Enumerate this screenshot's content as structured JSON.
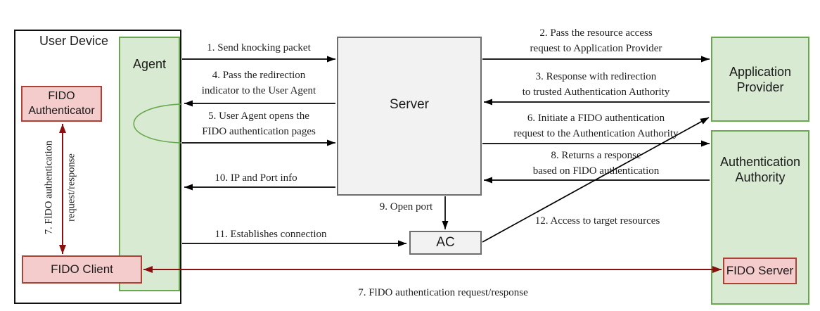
{
  "colors": {
    "green_fill": "#d9ead3",
    "green_border": "#6aa84f",
    "pink_fill": "#f4cccc",
    "pink_border": "#aa4335",
    "gray_fill": "#f2f2f2",
    "gray_border": "#666666",
    "black_arrow": "#000000",
    "dark_red_arrow": "#8a0f0f"
  },
  "boxes": {
    "user_device": "User Device",
    "agent": "Agent",
    "fido_authenticator_line1": "FIDO",
    "fido_authenticator_line2": "Authenticator",
    "fido_client": "FIDO Client",
    "server": "Server",
    "ac": "AC",
    "application_provider_line1": "Application",
    "application_provider_line2": "Provider",
    "authentication_authority_line1": "Authentication",
    "authentication_authority_line2": "Authority",
    "fido_server": "FIDO Server"
  },
  "arrows": {
    "a1": "1. Send knocking packet",
    "a2_line1": "2. Pass the resource access",
    "a2_line2": "request to Application Provider",
    "a3_line1": "3. Response  with redirection",
    "a3_line2": "to trusted Authentication Authority",
    "a4_line1": "4. Pass the redirection",
    "a4_line2": "indicator to the User Agent",
    "a5_line1": "5. User Agent opens the",
    "a5_line2": "FIDO authentication pages",
    "a6_line1": "6. Initiate a FIDO authentication",
    "a6_line2": "request to the Authentication Authority",
    "a7_vertical_line1": "7. FlDO authentication",
    "a7_vertical_line2": "request/response",
    "a7_horizontal": "7. FlDO authentication request/response",
    "a8_line1": "8. Returns a response",
    "a8_line2": "based on FlDO authentication",
    "a9": "9. Open port",
    "a10": "10. IP and Port info",
    "a11": "11. Establishes connection",
    "a12": "12. Access to target resources"
  }
}
